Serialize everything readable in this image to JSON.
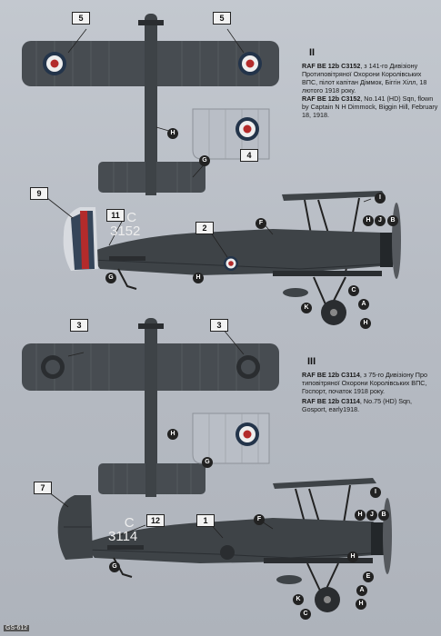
{
  "sections": [
    {
      "roman": "II",
      "ua": {
        "bold": "RAF BE 12b C3152",
        "text": ", з 141-го Дивізіону Протиповітряної Охорони Королівських ВПС, пілот капітан Діммок, Біггін Хілл, 18 лютого 1918 року."
      },
      "en": {
        "bold": "RAF BE 12b C3152",
        "text": ", No.141 (HD) Sqn, flown by Captain N H Dimmock, Biggin Hill, February 18, 1918."
      },
      "serial_letter": "C",
      "serial_number": "3152"
    },
    {
      "roman": "III",
      "ua": {
        "bold": "RAF BE 12b C3114",
        "text": ", з 75-го Дивізіону Про типовітряної Охорони Королівських ВПС, Госпорт, початок 1918 року."
      },
      "en": {
        "bold": "RAF BE 12b C3114",
        "text": ", No.75 (HD) Sqn, Gosport, early1918."
      },
      "serial_letter": "C",
      "serial_number": "3114"
    }
  ],
  "callouts_top": [
    "5",
    "5",
    "H",
    "4",
    "G",
    "9",
    "11",
    "2",
    "F",
    "I",
    "H",
    "J",
    "B",
    "G",
    "H",
    "K",
    "A",
    "H",
    "C"
  ],
  "callouts_bottom": [
    "3",
    "3",
    "H",
    "G",
    "7",
    "12",
    "1",
    "F",
    "I",
    "H",
    "J",
    "B",
    "K",
    "G",
    "H",
    "C",
    "E",
    "A",
    "H"
  ],
  "code": "GS-612",
  "colors": {
    "fuselage": "#3e4347",
    "wing": "#474c51",
    "roundel_red": "#b32b2b",
    "roundel_white": "#eeeeee",
    "roundel_blue": "#23344a",
    "linen": "#b9bec6"
  }
}
